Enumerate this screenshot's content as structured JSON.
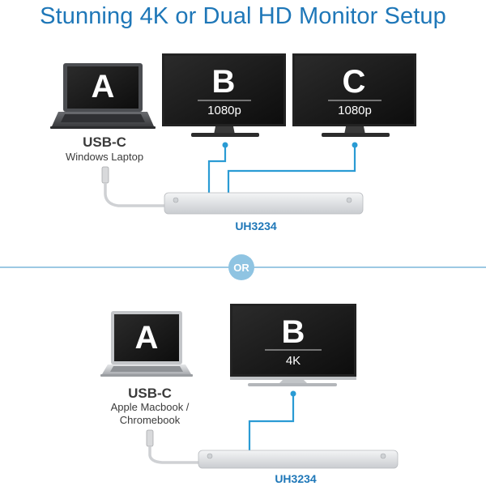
{
  "title": "Stunning 4K or Dual HD Monitor Setup",
  "colors": {
    "accent": "#1e77b8",
    "cable": "#2a9bd4",
    "divider": "#9cc9e3"
  },
  "top": {
    "laptop": {
      "letter": "A",
      "type": "USB-C",
      "desc": "Windows Laptop"
    },
    "monitor_b": {
      "letter": "B",
      "resolution": "1080p"
    },
    "monitor_c": {
      "letter": "C",
      "resolution": "1080p"
    },
    "dock_model": "UH3234"
  },
  "divider_label": "OR",
  "bottom": {
    "laptop": {
      "letter": "A",
      "type": "USB-C",
      "desc_line1": "Apple Macbook /",
      "desc_line2": "Chromebook"
    },
    "monitor_b": {
      "letter": "B",
      "resolution": "4K"
    },
    "dock_model": "UH3234"
  }
}
